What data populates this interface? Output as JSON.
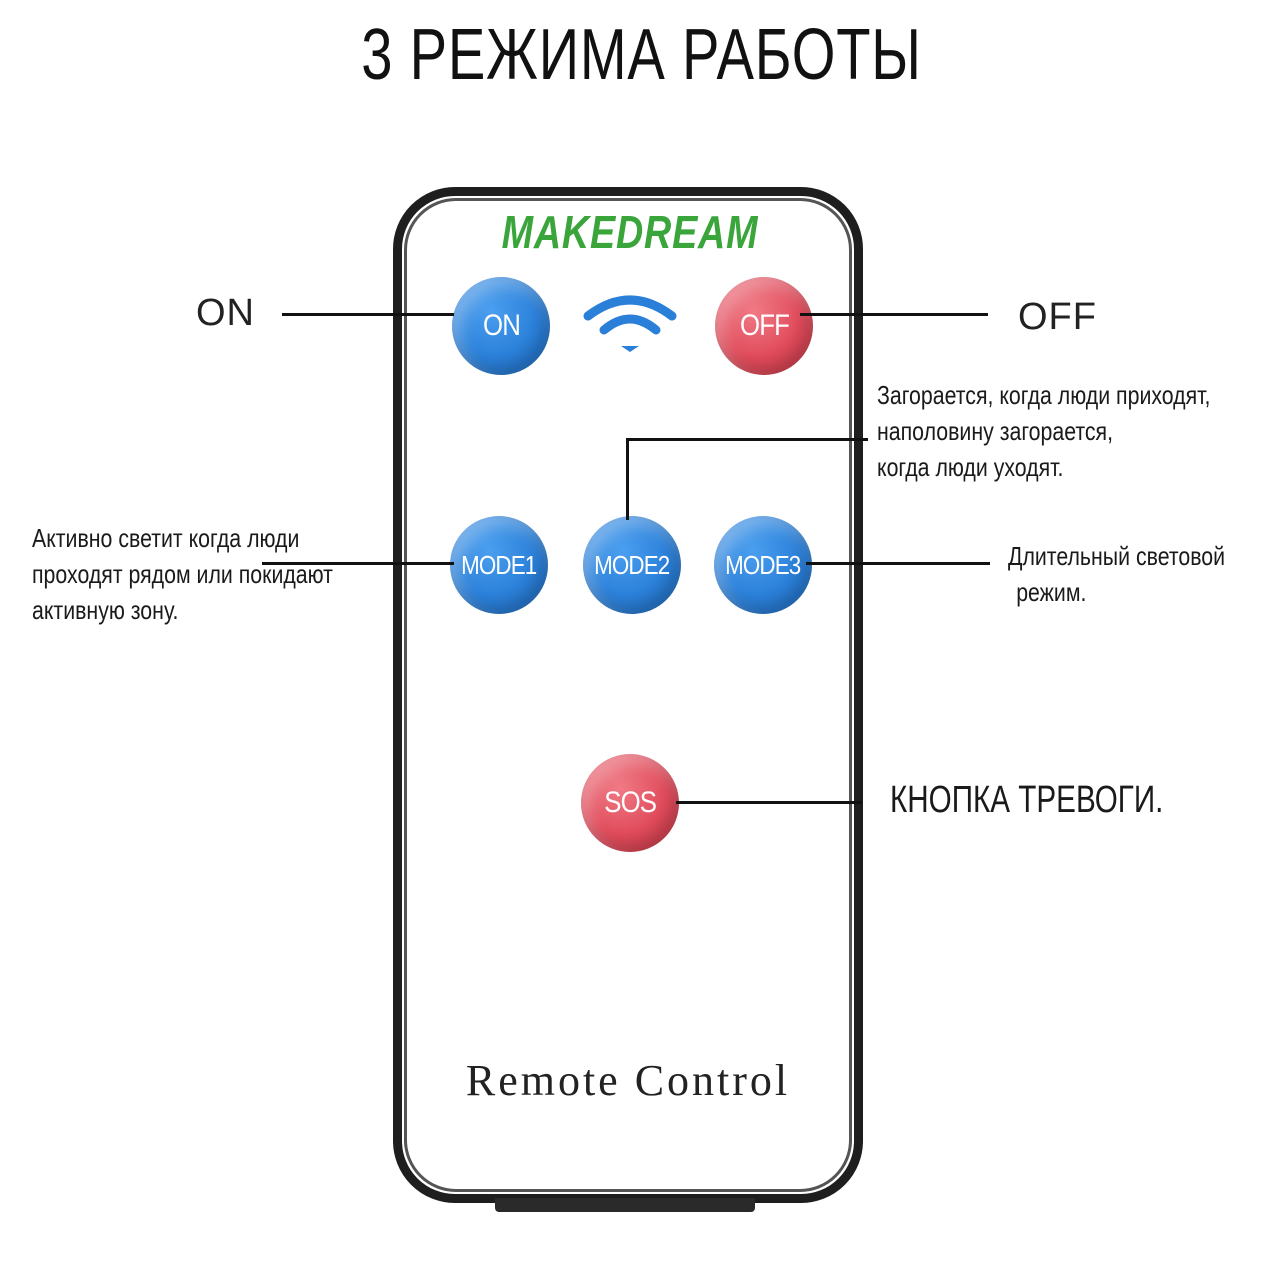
{
  "title": "3 РЕЖИМА РАБОТЫ",
  "remote": {
    "brand": "MAKEDREAM",
    "label": "Remote Control",
    "buttons": {
      "on": "ON",
      "off": "OFF",
      "mode1": "MODE1",
      "mode2": "MODE2",
      "mode3": "MODE3",
      "sos": "SOS"
    }
  },
  "callouts": {
    "on": "ON",
    "off": "OFF",
    "mode1": [
      "Активно светит когда люди",
      "проходят рядом или покидают",
      "активную зону."
    ],
    "mode2": [
      "Загорается, когда люди приходят,",
      "наполовину загорается,",
      "когда люди уходят."
    ],
    "mode3": [
      "Длительный световой",
      "режим."
    ],
    "sos": "КНОПКА ТРЕВОГИ."
  },
  "colors": {
    "brand_green": "#3aa53a",
    "button_blue": "#2a7fd8",
    "button_red": "#e04a5a",
    "remote_outline": "#1e1e1e"
  },
  "icons": [
    "wifi-signal-icon"
  ]
}
